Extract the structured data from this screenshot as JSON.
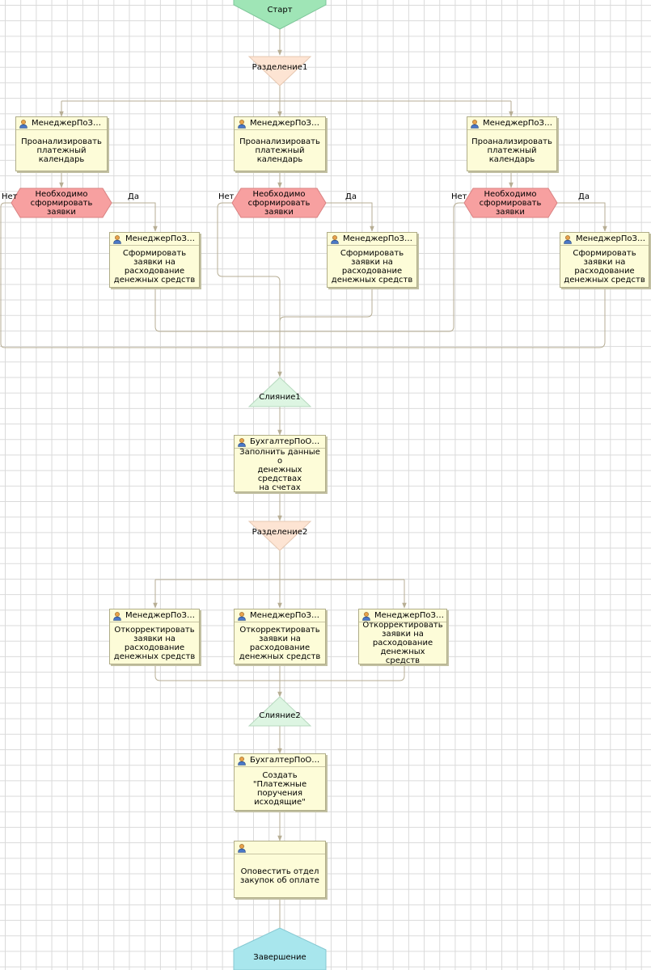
{
  "points": {
    "start": "Старт",
    "split1": "Разделение1",
    "merge1": "Слияние1",
    "split2": "Разделение2",
    "merge2": "Слияние2",
    "finish": "Завершение"
  },
  "conditions": {
    "text": "Необходимо\nсформировать\nзаявки",
    "no_label": "Нет",
    "yes_label": "Да"
  },
  "tasks": {
    "analyze_executor": "МенеджерПоЗ…",
    "analyze_text": "Проанализировать\nплатежный\nкалендарь",
    "form_executor": "МенеджерПоЗ…",
    "form_text": "Сформировать\nзаявки на\nрасходование\nденежных средств",
    "fill": {
      "executor": "БухгалтерПоО…",
      "text": "Заполнить данные о\nденежных средствах\nна счетах"
    },
    "adjust_executor": "МенеджерПоЗ…",
    "adjust_text": "Откорректировать\nзаявки на\nрасходование\nденежных средств",
    "create": {
      "executor": "БухгалтерПоО…",
      "text": "Создать\n\"Платежные\nпоручения\nисходящие\""
    },
    "notify": {
      "executor": "",
      "text": "Оповестить отдел\nзакупок об оплате"
    }
  },
  "colors": {
    "start_fill": "#9fe5b6",
    "finish_fill": "#a8e6ed",
    "split_fill": "#fde4d3",
    "merge_fill": "#ddf5e2",
    "condition_fill": "#f7a0a0",
    "task_fill": "#fdfcd8",
    "connector": "#b7ae94"
  }
}
